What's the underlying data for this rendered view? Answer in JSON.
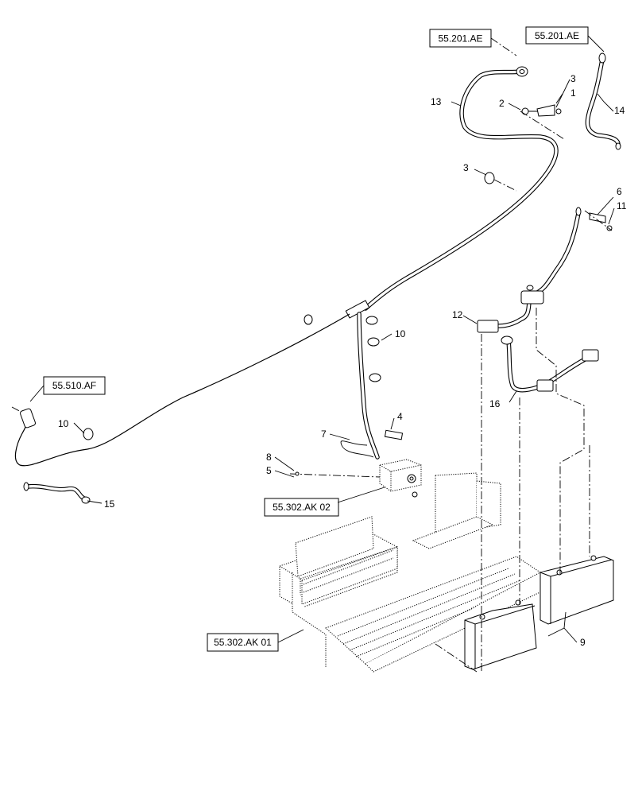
{
  "references": {
    "ref_55201_left": "55.201.AE",
    "ref_55201_right": "55.201.AE",
    "ref_55510": "55.510.AF",
    "ref_55302_02": "55.302.AK 02",
    "ref_55302_01": "55.302.AK 01"
  },
  "callouts": {
    "c1": "1",
    "c2": "2",
    "c3a": "3",
    "c3b": "3",
    "c4": "4",
    "c5": "5",
    "c6": "6",
    "c7": "7",
    "c8": "8",
    "c9": "9",
    "c10a": "10",
    "c10b": "10",
    "c11": "11",
    "c12": "12",
    "c13": "13",
    "c14": "14",
    "c15": "15",
    "c16": "16"
  }
}
